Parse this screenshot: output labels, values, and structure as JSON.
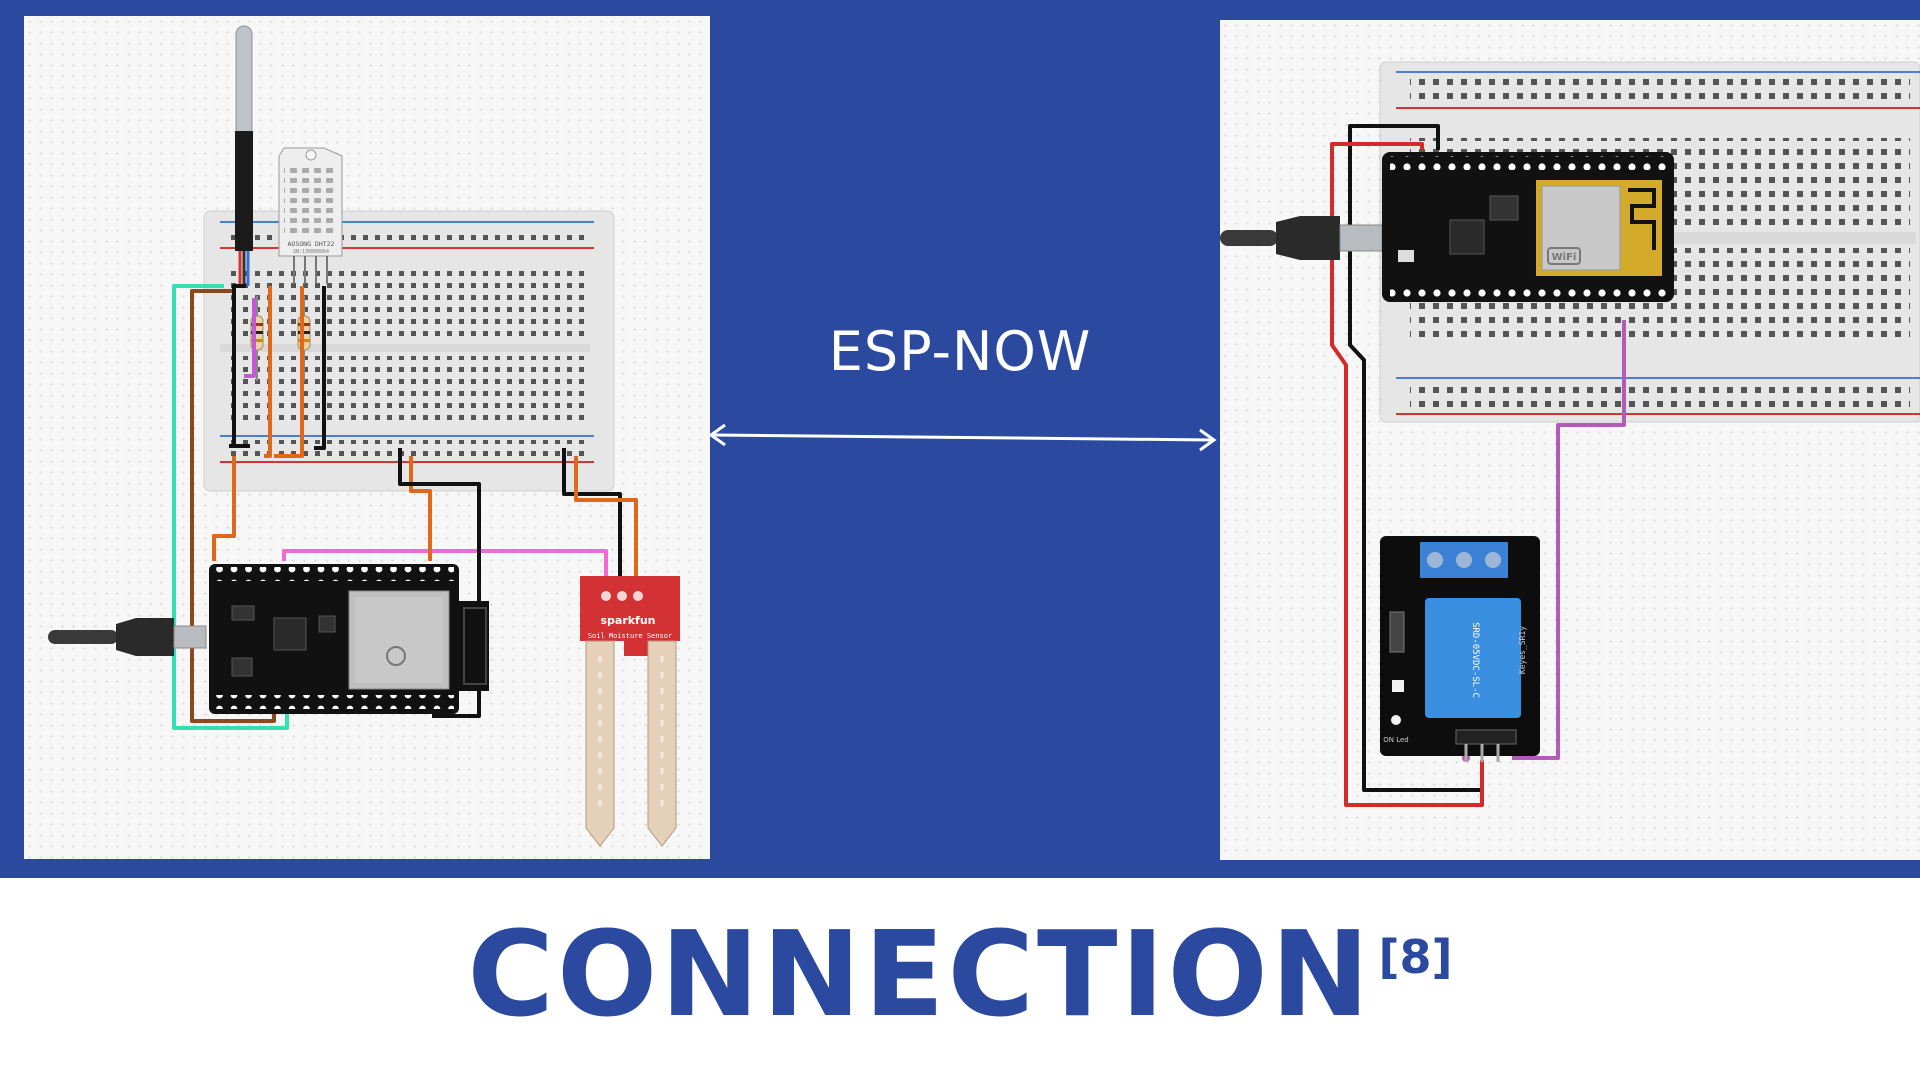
{
  "slide": {
    "title": "CONNECTION",
    "citation": "[8]",
    "link_label": "ESP-NOW",
    "colors": {
      "band": "#2b4a9f",
      "title": "#2b4a9f",
      "panel": "#f7f7f7"
    }
  },
  "left_circuit": {
    "sensor_label": "AOSONG DHT22",
    "sensor_serial": "SN:130800864",
    "moisture_brand": "sparkfun",
    "moisture_caption": "Soil Moisture Sensor"
  },
  "right_circuit": {
    "relay_caption": "SRD-05VDC-SL-C",
    "relay_module_label": "Keyes_SR1y",
    "relay_led_label": "ON Led",
    "esp_module_label": "WiFi"
  }
}
